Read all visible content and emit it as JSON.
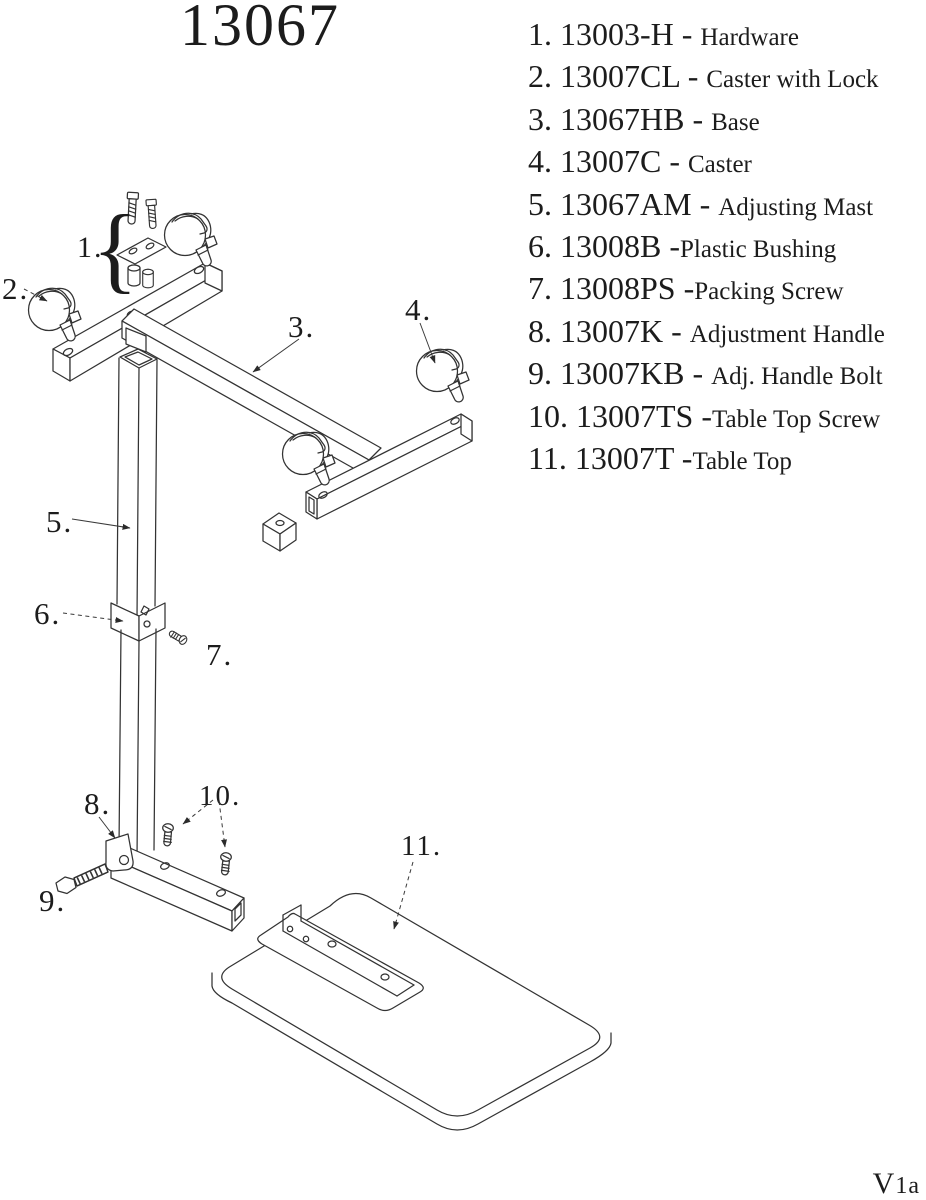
{
  "title": "13067",
  "version": "V1a",
  "parts_list": {
    "items": [
      {
        "code": "1. 13003-H - ",
        "desc": "Hardware"
      },
      {
        "code": "2. 13007CL - ",
        "desc": "Caster with Lock"
      },
      {
        "code": "3. 13067HB - ",
        "desc": "Base"
      },
      {
        "code": "4. 13007C - ",
        "desc": "Caster"
      },
      {
        "code": "5. 13067AM - ",
        "desc": "Adjusting Mast"
      },
      {
        "code": "6. 13008B -",
        "desc": "Plastic Bushing"
      },
      {
        "code": "7. 13008PS -",
        "desc": "Packing Screw"
      },
      {
        "code": "8. 13007K - ",
        "desc": "Adjustment Handle"
      },
      {
        "code": "9. 13007KB - ",
        "desc": "Adj. Handle Bolt"
      },
      {
        "code": "10. 13007TS -",
        "desc": "Table Top Screw"
      },
      {
        "code": "11. 13007T -",
        "desc": "Table Top"
      }
    ]
  },
  "diagram": {
    "callouts": [
      "1.",
      "2.",
      "3.",
      "4.",
      "5.",
      "6.",
      "7.",
      "8.",
      "9.",
      "10.",
      "11."
    ],
    "brace": "{",
    "line_color": "#333333"
  }
}
